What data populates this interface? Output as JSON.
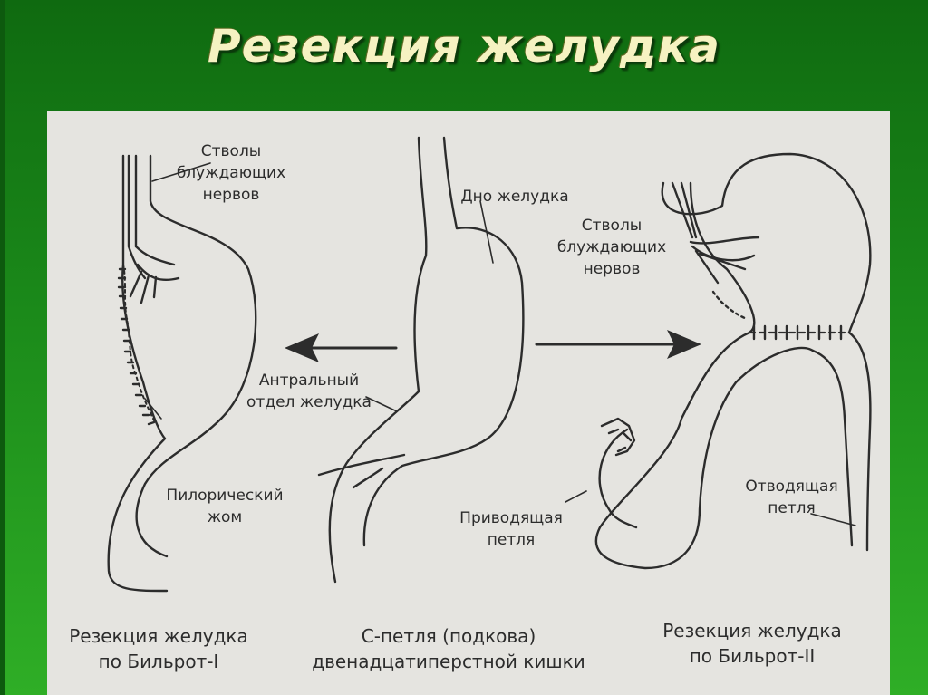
{
  "slide": {
    "title": "Резекция желудка"
  },
  "labels": {
    "vagus_left": [
      "Стволы",
      "блуждающих",
      "нервов"
    ],
    "fundus": "Дно желудка",
    "vagus_right": [
      "Стволы",
      "блуждающих",
      "нервов"
    ],
    "antrum": [
      "Антральный",
      "отдел желудка"
    ],
    "pylorus": [
      "Пилорический",
      "жом"
    ],
    "afferent_loop": [
      "Приводящая",
      "петля"
    ],
    "efferent_loop": [
      "Отводящая",
      "петля"
    ]
  },
  "captions": {
    "billroth1": [
      "Резекция желудка",
      "по Бильрот-I"
    ],
    "c_loop": [
      "С-петля (подкова)",
      "двенадцатиперстной кишки"
    ],
    "billroth2": [
      "Резекция желудка",
      "по Бильрот-II"
    ]
  },
  "colors": {
    "background": "#1b8a1a",
    "panel": "#e5e4e0",
    "ink": "#2c2c2c",
    "title": "#f6f2c2"
  }
}
